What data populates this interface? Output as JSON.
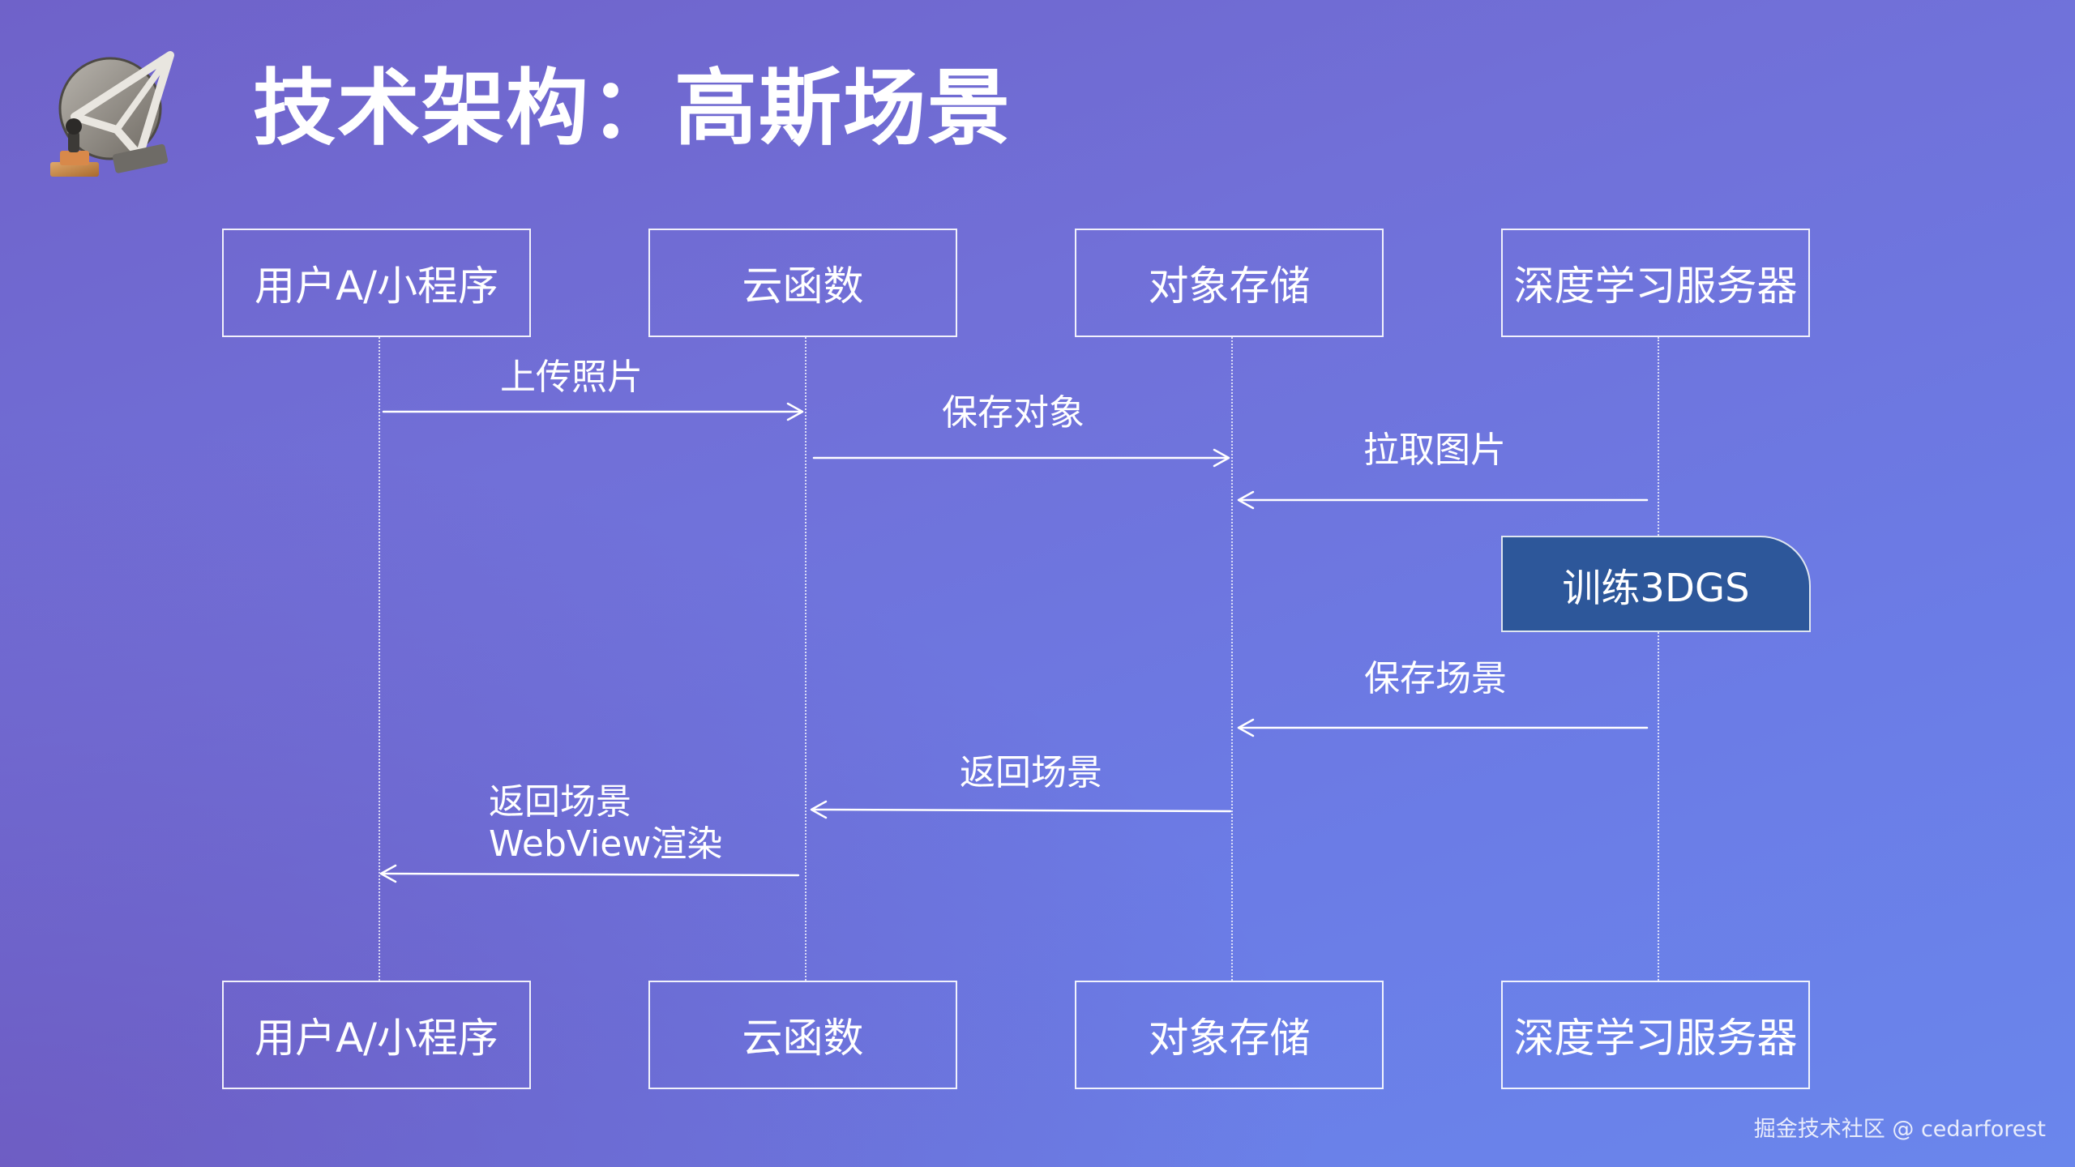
{
  "slide": {
    "title": "技术架构：高斯场景"
  },
  "participants": {
    "user": "用户A/小程序",
    "cloud_function": "云函数",
    "object_storage": "对象存储",
    "dl_server": "深度学习服务器"
  },
  "messages": {
    "upload_photo": "上传照片",
    "save_object": "保存对象",
    "pull_image": "拉取图片",
    "train": "训练3DGS",
    "save_scene": "保存场景",
    "return_scene_storage": "返回场景",
    "return_scene_user": "返回场景",
    "webview_render": "WebView渲染"
  },
  "watermark": "掘金技术社区 @ cedarforest"
}
